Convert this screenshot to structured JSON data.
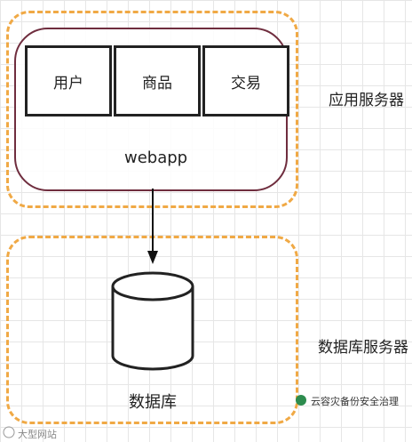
{
  "app_server": {
    "label": "应用服务器",
    "webapp": {
      "label": "webapp",
      "modules": [
        "用户",
        "商品",
        "交易"
      ]
    }
  },
  "db_server": {
    "label": "数据库服务器",
    "database_label": "数据库"
  },
  "watermark": {
    "left_text": "大型网站",
    "right_text": "云容灾备份安全治理"
  },
  "colors": {
    "zone_border": "#f0a945",
    "webapp_border": "#6f2d3e",
    "module_border": "#222222",
    "arrow": "#111111"
  }
}
